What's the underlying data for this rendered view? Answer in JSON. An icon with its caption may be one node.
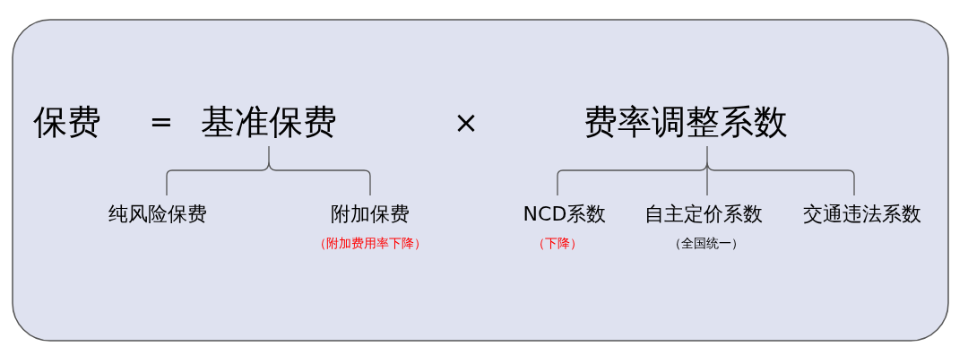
{
  "diagram": {
    "labels": [
      "保费",
      "=",
      "基准保费",
      "×",
      "费率调整系数",
      "纯风险保费",
      "附加保费",
      "NCD系数",
      "自主定价系数",
      "交通违法系数",
      "（附加费用率下降）",
      "（下降）",
      "（全国统一）"
    ]
  }
}
